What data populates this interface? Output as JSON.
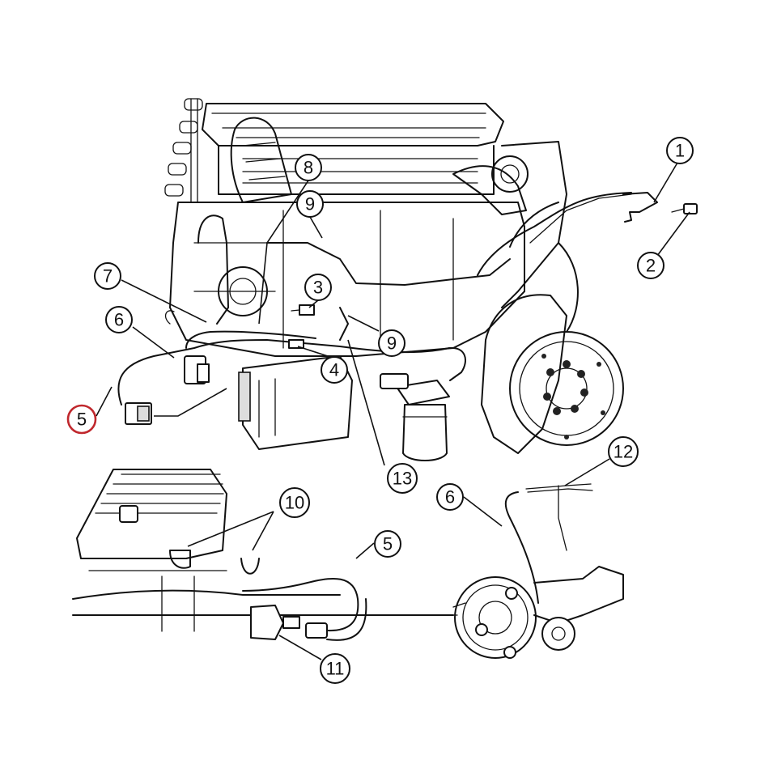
{
  "callouts": [
    {
      "id": "c1",
      "label": "1"
    },
    {
      "id": "c2",
      "label": "2"
    },
    {
      "id": "c3",
      "label": "3"
    },
    {
      "id": "c4",
      "label": "4"
    },
    {
      "id": "c5a",
      "label": "5",
      "highlighted": true
    },
    {
      "id": "c5b",
      "label": "5"
    },
    {
      "id": "c6a",
      "label": "6"
    },
    {
      "id": "c6b",
      "label": "6"
    },
    {
      "id": "c7",
      "label": "7"
    },
    {
      "id": "c8",
      "label": "8"
    },
    {
      "id": "c9a",
      "label": "9"
    },
    {
      "id": "c9b",
      "label": "9"
    },
    {
      "id": "c10",
      "label": "10"
    },
    {
      "id": "c11",
      "label": "11"
    },
    {
      "id": "c12",
      "label": "12"
    },
    {
      "id": "c13",
      "label": "13"
    }
  ],
  "highlight_color": "#c0282d"
}
